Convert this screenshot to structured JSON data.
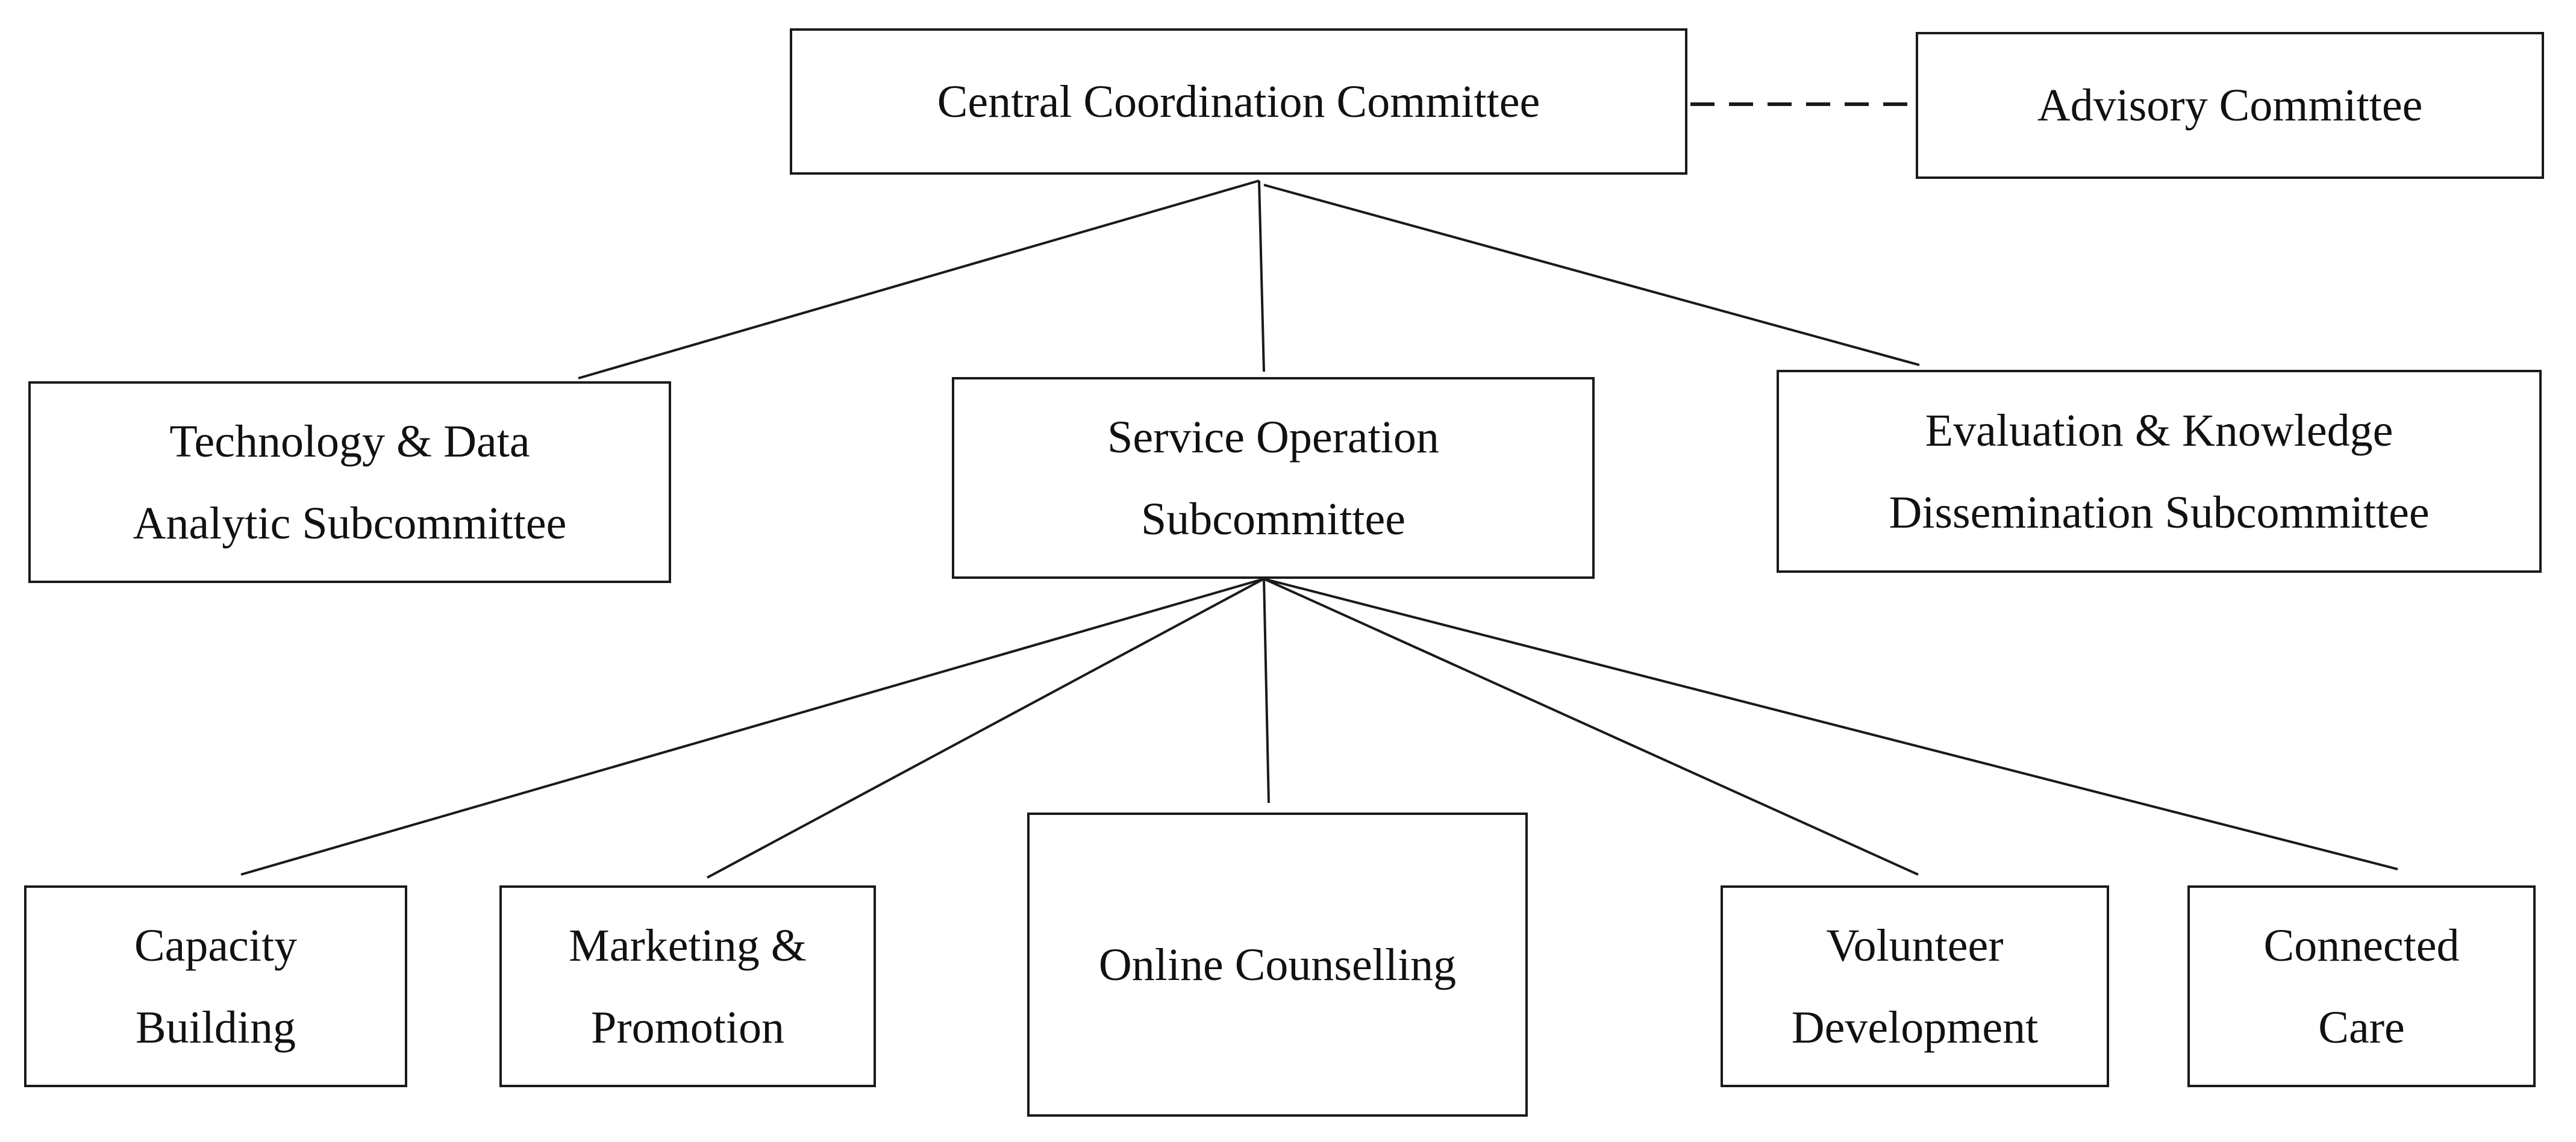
{
  "diagram": {
    "nodes": {
      "central": "Central Coordination Committee",
      "advisory": "Advisory Committee",
      "technology": "Technology & Data\nAnalytic Subcommittee",
      "service": "Service Operation\nSubcommittee",
      "evaluation": "Evaluation & Knowledge\nDissemination Subcommittee",
      "capacity": "Capacity\nBuilding",
      "marketing": "Marketing &\nPromotion",
      "online": "Online Counselling",
      "volunteer": "Volunteer\nDevelopment",
      "connected": "Connected\nCare"
    },
    "colors": {
      "line": "#1a1a1a",
      "border": "#1a1a1a",
      "text": "#111111",
      "background": "#ffffff"
    }
  }
}
